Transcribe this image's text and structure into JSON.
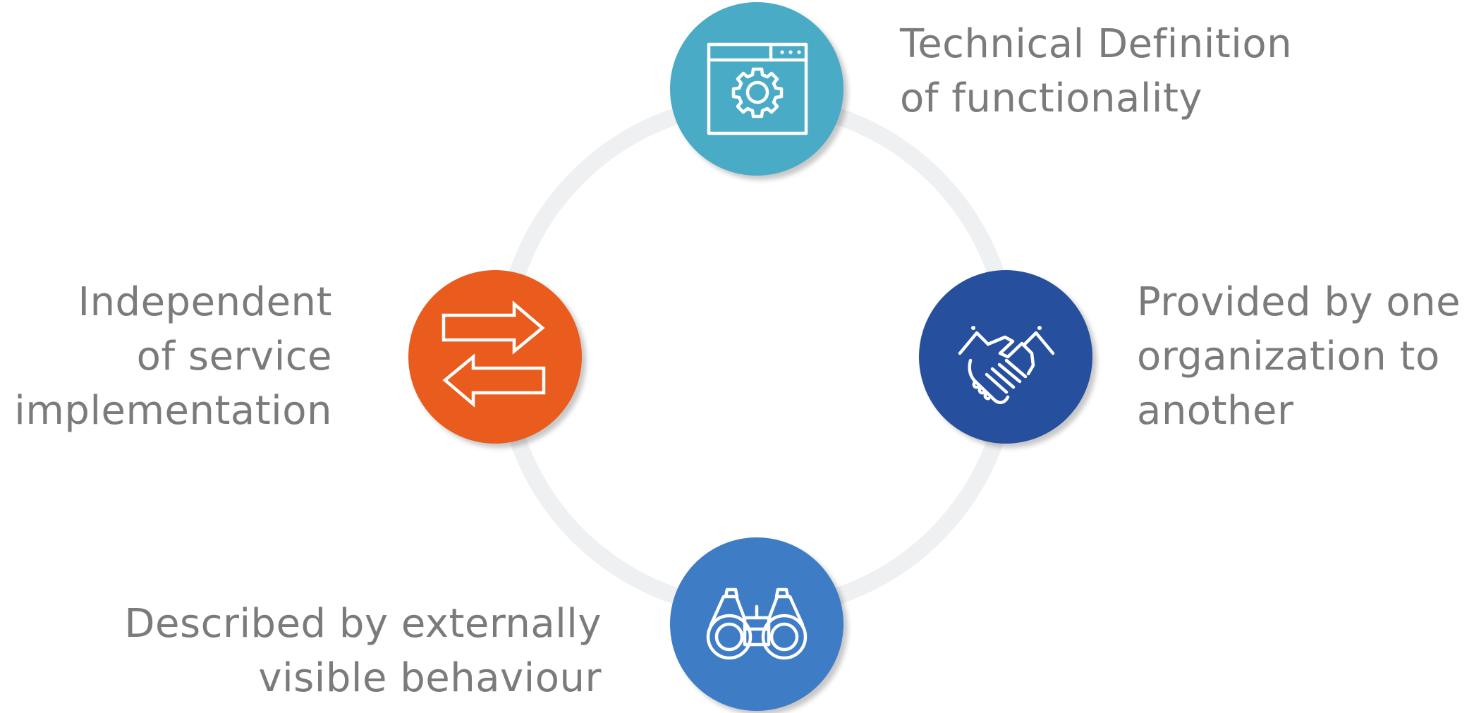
{
  "nodes": [
    {
      "id": "top",
      "icon": "browser-settings-gear-icon",
      "color": "#4aabc6",
      "label_lines": [
        "Technical Definition",
        "of functionality"
      ]
    },
    {
      "id": "right",
      "icon": "handshake-icon",
      "color": "#264f9e",
      "label_lines": [
        "Provided by one",
        "organization to",
        "another"
      ]
    },
    {
      "id": "bottom",
      "icon": "binoculars-icon",
      "color": "#3f7cc6",
      "label_lines": [
        "Described by externally",
        "visible behaviour"
      ]
    },
    {
      "id": "left",
      "icon": "exchange-arrows-icon",
      "color": "#ea5c1e",
      "label_lines": [
        "Independent",
        "of service",
        "implementation"
      ]
    }
  ],
  "ring_color": "#eff0f2"
}
